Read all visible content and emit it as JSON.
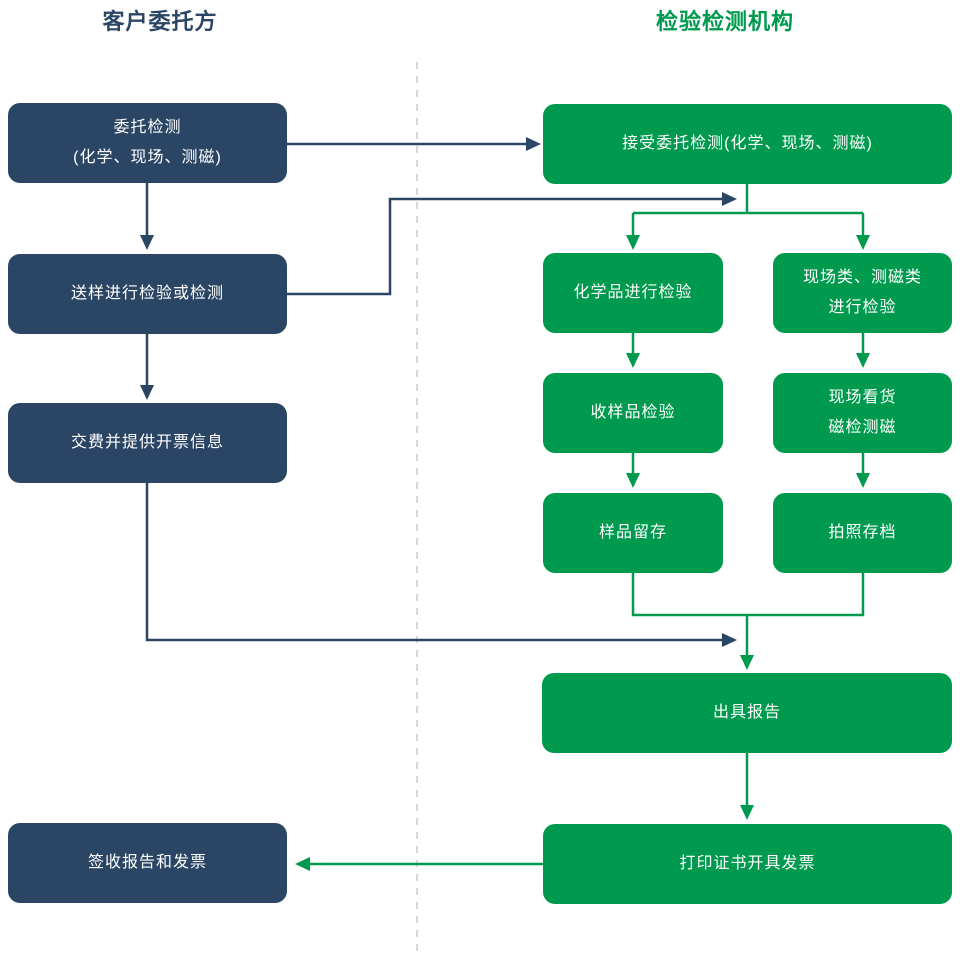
{
  "colors": {
    "navy": "#2b4665",
    "green": "#009a4e",
    "dash": "#d8d8d8",
    "text": "#ffffff",
    "bg": "#ffffff"
  },
  "headers": {
    "left": "客户委托方",
    "right": "检验检测机构"
  },
  "nodes": {
    "l1": "委托检测\n(化学、现场、测磁)",
    "l2": "送样进行检验或检测",
    "l3": "交费并提供开票信息",
    "l4": "签收报告和发票",
    "r1": "接受委托检测(化学、现场、测磁)",
    "r2": "化学品进行检验",
    "r3": "现场类、测磁类\n进行检验",
    "r4": "收样品检验",
    "r5": "现场看货\n磁检测磁",
    "r6": "样品留存",
    "r7": "拍照存档",
    "r8": "出具报告",
    "r9": "打印证书开具发票"
  }
}
